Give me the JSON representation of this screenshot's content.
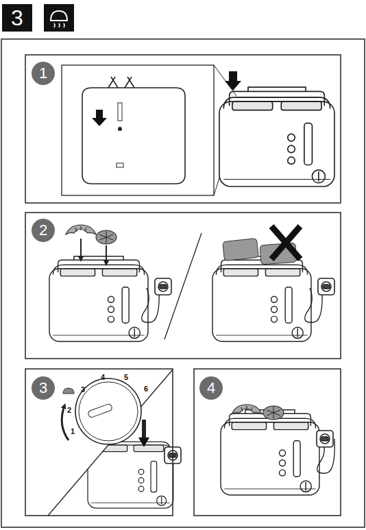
{
  "diagram": {
    "nodes": [
      {
        "text": [
          "3"
        ]
      },
      {
        "text": [
          "1"
        ]
      },
      {
        "text": [
          "2"
        ]
      },
      {
        "text": [
          "3"
        ]
      },
      {
        "text": [
          "4"
        ]
      }
    ],
    "labels": [
      "4",
      "5",
      "3",
      "6",
      "2",
      "1"
    ]
  }
}
